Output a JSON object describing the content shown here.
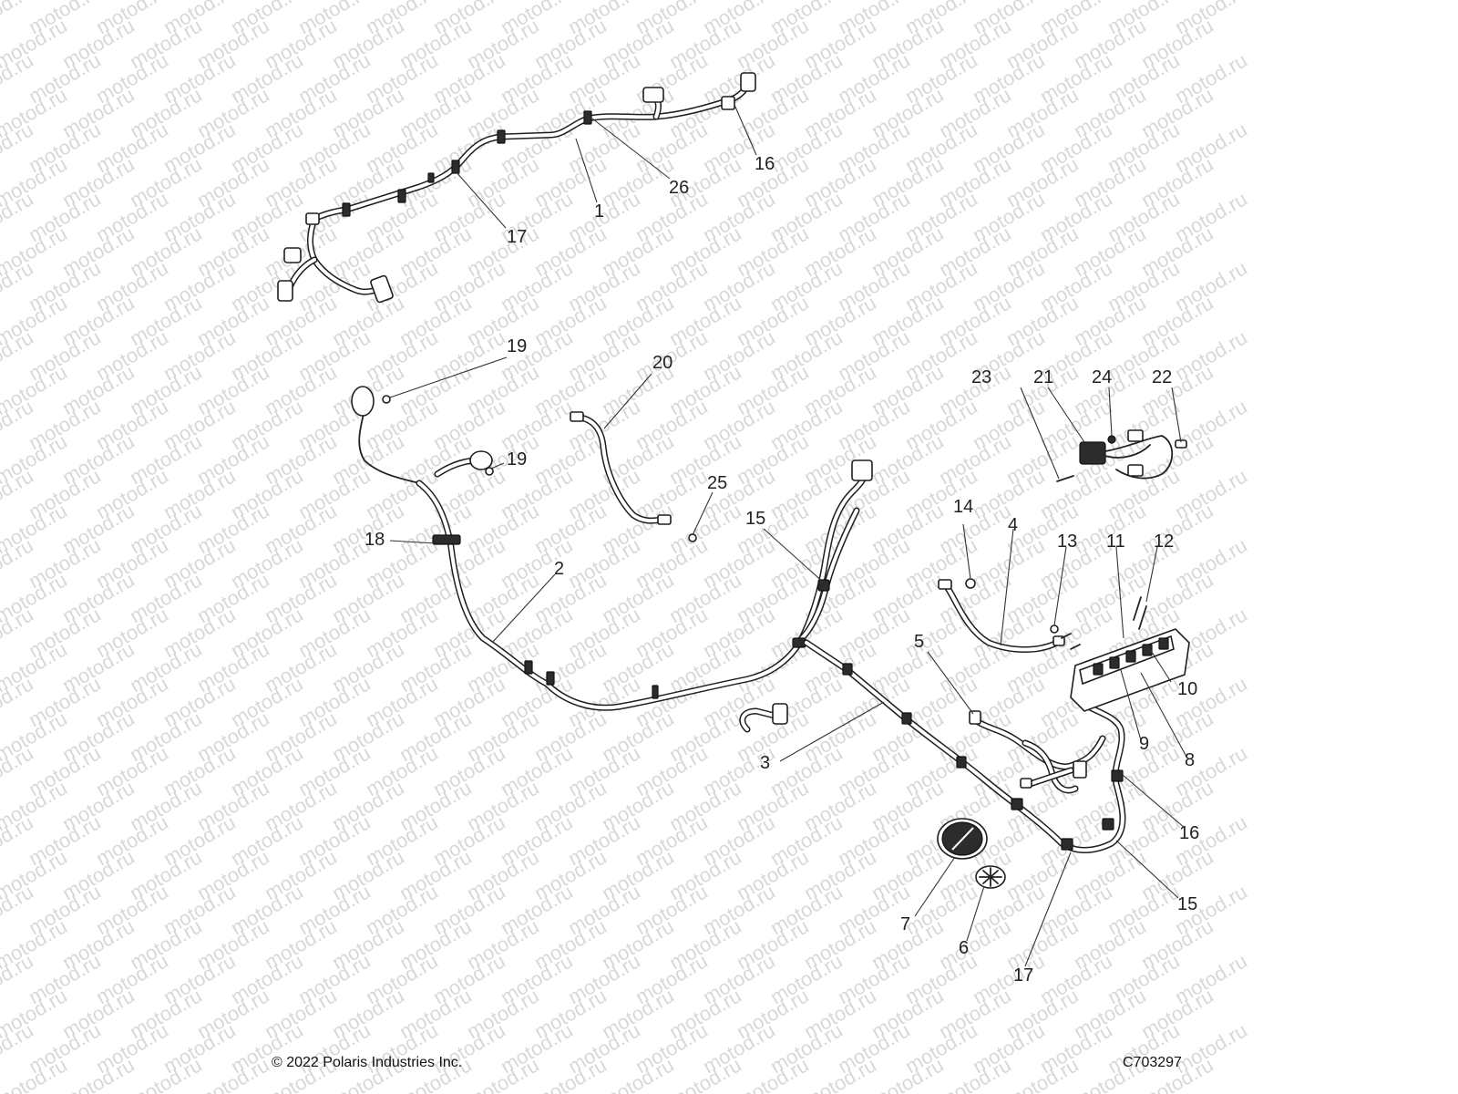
{
  "watermark": "motod.ru",
  "copyright": "© 2022 Polaris Industries Inc.",
  "figure_code": "C703297",
  "callouts": [
    {
      "id": "c1",
      "label": "1"
    },
    {
      "id": "c26",
      "label": "26"
    },
    {
      "id": "c16a",
      "label": "16"
    },
    {
      "id": "c17a",
      "label": "17"
    },
    {
      "id": "c19a",
      "label": "19"
    },
    {
      "id": "c19b",
      "label": "19"
    },
    {
      "id": "c20",
      "label": "20"
    },
    {
      "id": "c25",
      "label": "25"
    },
    {
      "id": "c18",
      "label": "18"
    },
    {
      "id": "c15a",
      "label": "15"
    },
    {
      "id": "c2",
      "label": "2"
    },
    {
      "id": "c23",
      "label": "23"
    },
    {
      "id": "c21",
      "label": "21"
    },
    {
      "id": "c24",
      "label": "24"
    },
    {
      "id": "c22",
      "label": "22"
    },
    {
      "id": "c14",
      "label": "14"
    },
    {
      "id": "c4",
      "label": "4"
    },
    {
      "id": "c13",
      "label": "13"
    },
    {
      "id": "c11",
      "label": "11"
    },
    {
      "id": "c12",
      "label": "12"
    },
    {
      "id": "c5",
      "label": "5"
    },
    {
      "id": "c10",
      "label": "10"
    },
    {
      "id": "c9",
      "label": "9"
    },
    {
      "id": "c8",
      "label": "8"
    },
    {
      "id": "c3",
      "label": "3"
    },
    {
      "id": "c16b",
      "label": "16"
    },
    {
      "id": "c15b",
      "label": "15"
    },
    {
      "id": "c7",
      "label": "7"
    },
    {
      "id": "c6",
      "label": "6"
    },
    {
      "id": "c17b",
      "label": "17"
    }
  ]
}
